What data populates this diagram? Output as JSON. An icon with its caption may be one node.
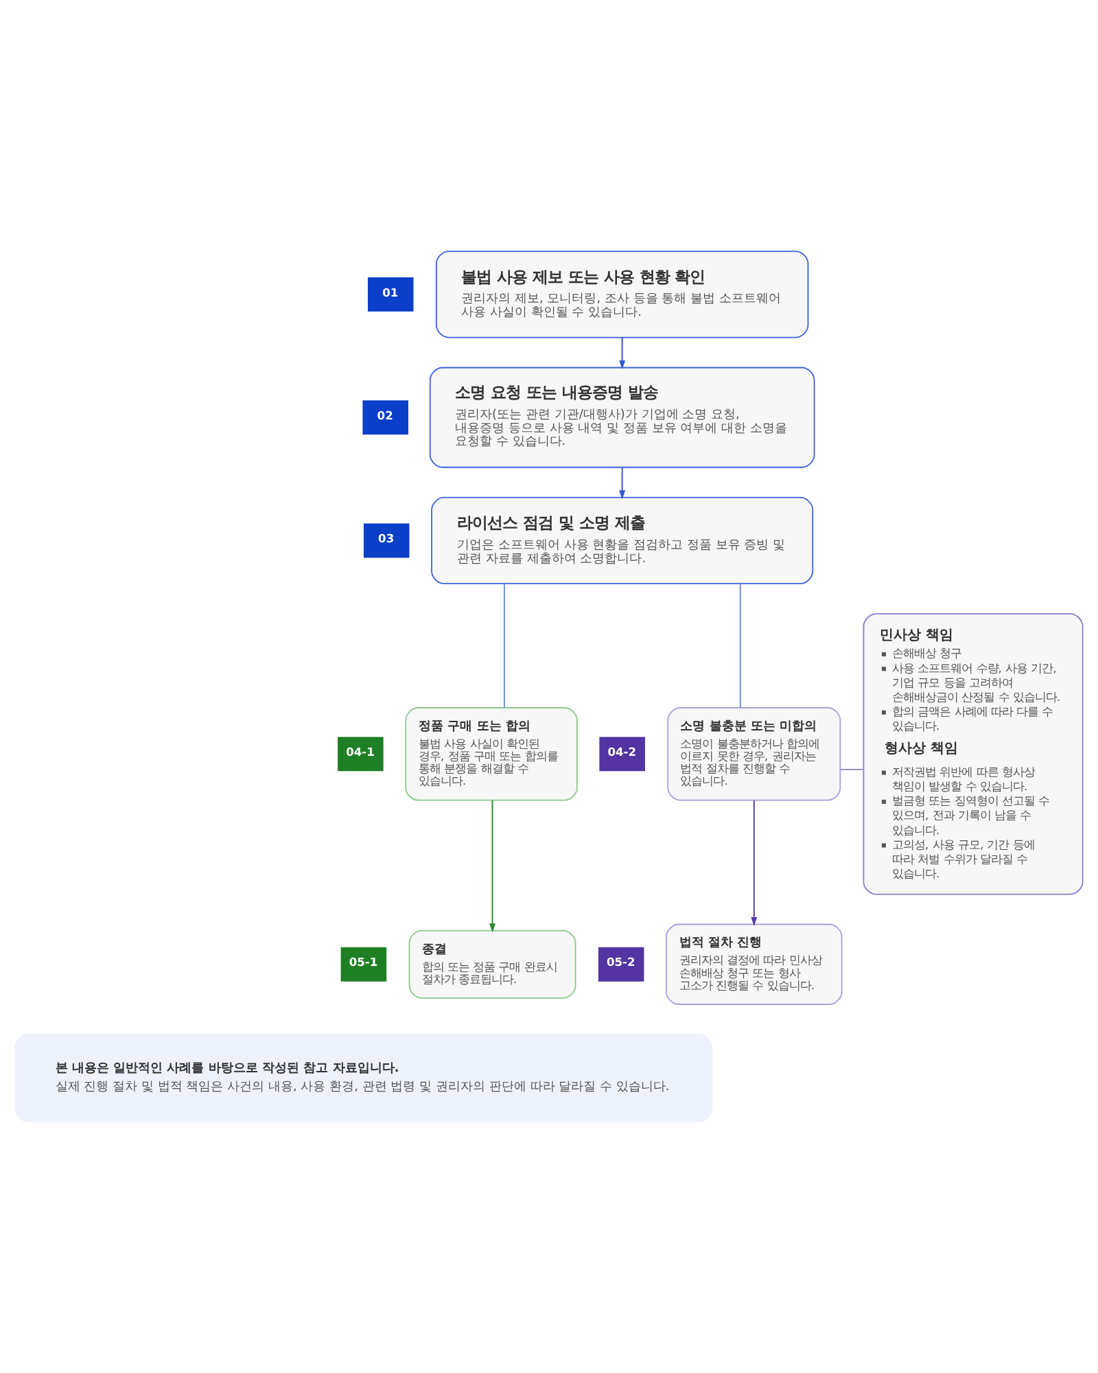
{
  "diagram": {
    "nodes": [
      {
        "text": [
          "01"
        ]
      },
      {
        "text": [
          "불법 사용 제보 또는 사용 현황 확인",
          "권리자의 제보, 모니터링, 조사 등을 통해 불법 소프트웨어 사용 사실이 확인될 수 있습니다."
        ]
      },
      {
        "text": [
          "02"
        ]
      },
      {
        "text": [
          "소명 요청 또는 내용증명 발송",
          "권리자(또는 관련 기관/대행사)가 기업에 소명 요청, 내용증명 등으로 사용 내역 및 정품 보유 여부에 대한 소명을 요청할 수 있습니다."
        ]
      },
      {
        "text": [
          "03"
        ]
      },
      {
        "text": [
          "라이선스 점검 및 소명 제출",
          "기업은 소프트웨어 사용 현황을 점검하고 정품 보유 증빙 및 관련 자료를 제출하여 소명합니다."
        ]
      },
      {
        "text": [
          "04-1"
        ]
      },
      {
        "text": [
          "정품 구매 또는 합의",
          "불법 사용 사실이 확인된 경우, 정품 구매 또는 합의를 통해 분쟁을 해결할 수 있습니다."
        ]
      },
      {
        "text": [
          "04-2"
        ]
      },
      {
        "text": [
          "소명 불충분 또는 미합의",
          "소명이 불충분하거나 합의에 이르지 못한 경우, 권리자는 법적 절차를 진행할 수 있습니다."
        ]
      },
      {
        "text": [
          "민사상 책임",
          "손해배상 청구",
          "사용 소프트웨어 수량, 사용 기간, 기업 규모 등을 고려하여 손해배상금이 산정될 수 있습니다.",
          "합의 금액은 사례에 따라 다를 수 있습니다.",
          "형사상 책임",
          "저작권법 위반에 따른 형사상 책임이 발생할 수 있습니다.",
          "벌금형 또는 징역형이 선고될 수 있으며, 전과 기록이 남을 수 있습니다.",
          "고의성, 사용 규모, 기간 등에 따라 처벌 수위가 달라질 수 있습니다."
        ]
      },
      {
        "text": [
          "05-1"
        ]
      },
      {
        "text": [
          "종결",
          "합의 또는 정품 구매 완료시 절차가 종료됩니다."
        ]
      },
      {
        "text": [
          "05-2"
        ]
      },
      {
        "text": [
          "법적 절차 진행",
          "권리자의 결정에 따라 민사상 손해배상 청구 또는 형사 고소가 진행될 수 있습니다."
        ]
      },
      {
        "text": [
          "본 내용은 일반적인 사례를 바탕으로 작성된 참고 자료입니다.",
          "실제 진행 절차 및 법적 책임은 사건의 내용, 사용 환경, 관련 법령 및 권리자의 판단에 따라 달라질 수 있습니다."
        ]
      }
    ],
    "edges": [
      {
        "from": 1,
        "to": 3,
        "arrow": "to"
      },
      {
        "from": 3,
        "to": 5,
        "arrow": "to"
      },
      {
        "from": 5,
        "to": 7,
        "arrow": "none",
        "color": "#6f8fe6"
      },
      {
        "from": 5,
        "to": 9,
        "arrow": "none",
        "color": "#6f8fe6"
      },
      {
        "from": 7,
        "to": 12,
        "arrow": "to",
        "color": "#2a8a2e"
      },
      {
        "from": 9,
        "to": 14,
        "arrow": "to",
        "color": "#5a3ea6"
      },
      {
        "from": 9,
        "to": 10,
        "arrow": "none",
        "color": "#9d8bd6"
      }
    ]
  }
}
